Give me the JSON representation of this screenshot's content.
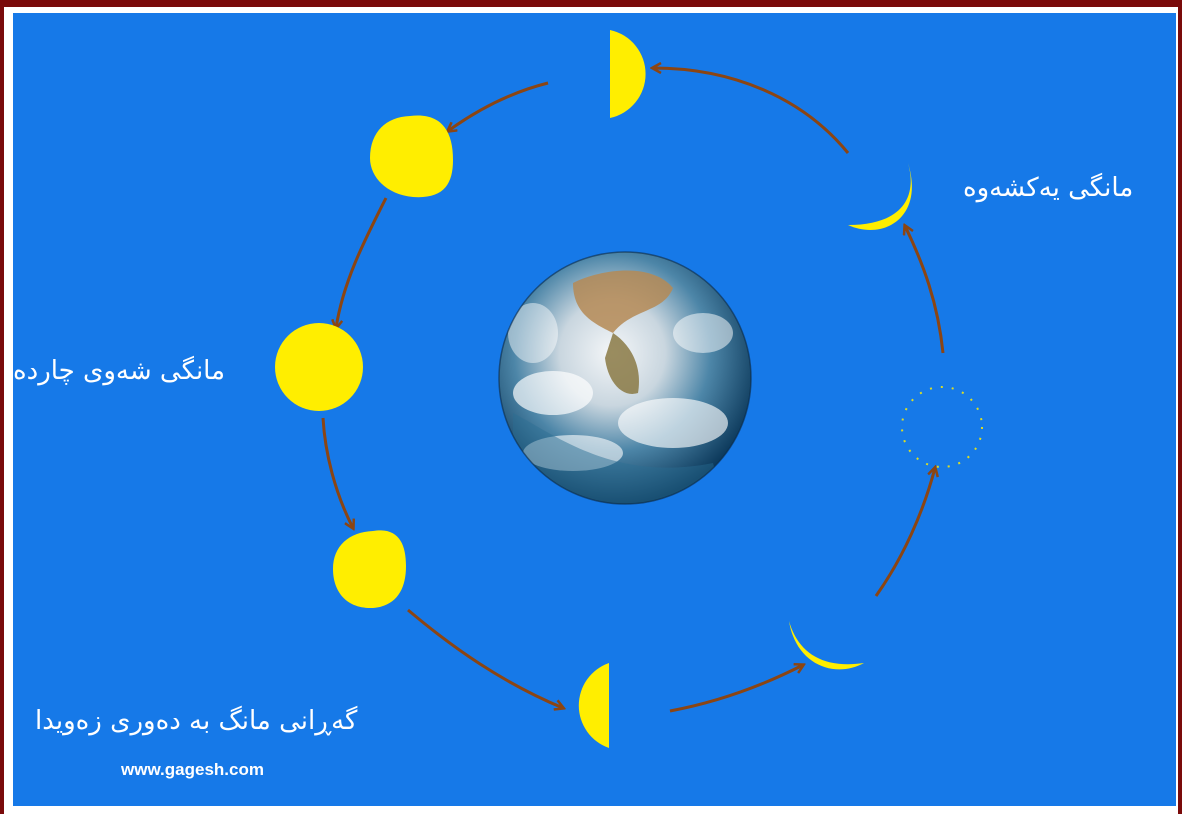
{
  "labels": {
    "new_moon": "مانگی یەکشەوە",
    "full_moon": "مانگی شەوی چاردە",
    "title": "گەڕانی مانگ بە دەوری زەویدا"
  },
  "website": "www.gagesh.com",
  "colors": {
    "background": "#1679e8",
    "border": "#7a0a0a",
    "moon": "#ffee00",
    "arrow": "#8b4513",
    "text": "#ffffff"
  },
  "center_object": "earth-globe",
  "moon_phases": [
    "new-moon-outline",
    "waxing-crescent",
    "first-quarter",
    "waxing-gibbous",
    "full-moon",
    "waning-gibbous",
    "last-quarter",
    "waning-crescent"
  ]
}
